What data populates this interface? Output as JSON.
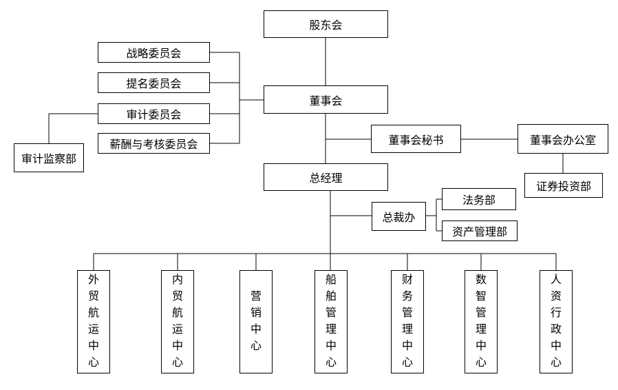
{
  "diagram": {
    "type": "org-chart",
    "nodes": {
      "shareholders": "股东会",
      "board": "董事会",
      "general_manager": "总经理",
      "strategy_committee": "战略委员会",
      "nomination_committee": "提名委员会",
      "audit_committee": "审计委员会",
      "remuneration_committee": "薪酬与考核委员会",
      "audit_supervision_dept": "审计监察部",
      "board_secretary": "董事会秘书",
      "board_office": "董事会办公室",
      "securities_investment_dept": "证券投资部",
      "president_office": "总裁办",
      "legal_dept": "法务部",
      "asset_management_dept": "资产管理部",
      "centers": [
        "外贸航运中心",
        "内贸航运中心",
        "营销中心",
        "船舶管理中心",
        "财务管理中心",
        "数智管理中心",
        "人资行政中心"
      ]
    },
    "edges": [
      [
        "股东会",
        "董事会"
      ],
      [
        "董事会",
        "战略委员会"
      ],
      [
        "董事会",
        "提名委员会"
      ],
      [
        "董事会",
        "审计委员会"
      ],
      [
        "董事会",
        "薪酬与考核委员会"
      ],
      [
        "审计委员会",
        "审计监察部"
      ],
      [
        "董事会",
        "董事会秘书"
      ],
      [
        "董事会秘书",
        "董事会办公室"
      ],
      [
        "董事会办公室",
        "证券投资部"
      ],
      [
        "董事会",
        "总经理"
      ],
      [
        "总经理",
        "总裁办"
      ],
      [
        "总裁办",
        "法务部"
      ],
      [
        "总裁办",
        "资产管理部"
      ],
      [
        "总经理",
        "外贸航运中心"
      ],
      [
        "总经理",
        "内贸航运中心"
      ],
      [
        "总经理",
        "营销中心"
      ],
      [
        "总经理",
        "船舶管理中心"
      ],
      [
        "总经理",
        "财务管理中心"
      ],
      [
        "总经理",
        "数智管理中心"
      ],
      [
        "总经理",
        "人资行政中心"
      ]
    ],
    "colors": {
      "line": "#000000",
      "box_border": "#000000",
      "background": "#ffffff",
      "text": "#000000"
    }
  }
}
